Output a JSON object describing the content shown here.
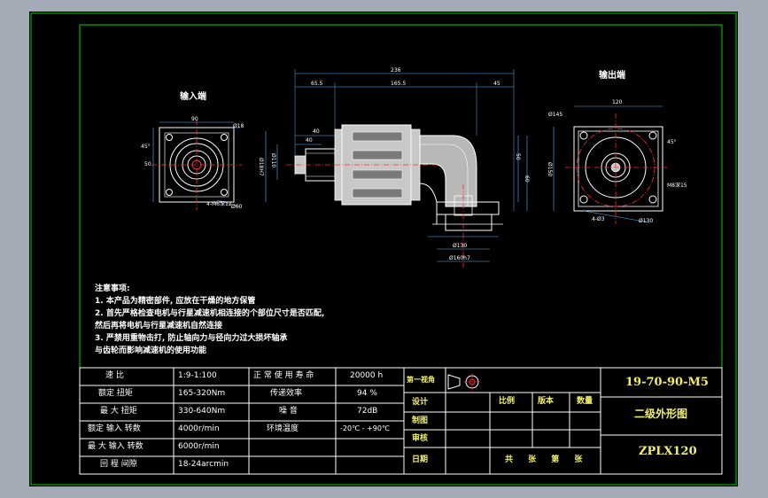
{
  "colors": {
    "background": "#000000",
    "frame_green": "#00d200",
    "outline_white": "#ffffff",
    "part_fill": "#c8c8c8",
    "center_red": "#ff2b2b",
    "dim_cyan": "#4fb4ff",
    "title_yellow": "#f3f06a",
    "outer_gray": "#a3abb6"
  },
  "views": {
    "input_label": "输入端",
    "output_label": "输出端",
    "input_dims": {
      "d1": "90",
      "d2": "4-M6深12",
      "d3": "Ø18",
      "d4": "Ø60",
      "d5": "45°",
      "d6": "50"
    },
    "front_dims": {
      "total": "236",
      "left": "65.5",
      "mid": "165.5",
      "right": "45",
      "d_a": "Ø18H7",
      "d_b": "Ø110",
      "d_c": "40",
      "d_d": "40",
      "d_e": "50",
      "d_f": "60",
      "d_g": "Ø130",
      "d_h": "Ø160h7"
    },
    "output_dims": {
      "top": "120",
      "d1": "Ø145",
      "d2": "45°",
      "d3": "Ø150",
      "d4": "M8深15",
      "d5": "4-Ø3",
      "d6": "Ø130"
    }
  },
  "notes": {
    "title": "注意事项:",
    "lines": [
      "1. 本产品为精密部件, 应放在干燥的地方保管",
      "2. 首先严格检查电机与行星减速机相连接的个部位尺寸是否匹配,",
      "   然后再将电机与行星减速机自然连接",
      "3. 严禁用重物击打, 防止轴向力与径向力过大损坏轴承",
      "   与齿轮而影响减速机的使用功能"
    ]
  },
  "specs": {
    "rows": [
      [
        "速 比",
        "1:9-1:100",
        "正 常 使 用 寿 命",
        "20000 h"
      ],
      [
        "额定 扭矩",
        "165-320Nm",
        "传递效率",
        "94 %"
      ],
      [
        "最 大 扭矩",
        "330-640Nm",
        "噪 音",
        "72dB"
      ],
      [
        "额定 输入 转数",
        "4000r/min",
        "环境温度",
        "-20℃ - +90℃"
      ],
      [
        "最 大 输入 转数",
        "6000r/min",
        "",
        ""
      ],
      [
        "回 程 间隙",
        "18-24arcmin",
        "",
        ""
      ]
    ]
  },
  "title_block": {
    "projection_label": "第一视角",
    "design_label": "设计",
    "draw_label": "制图",
    "review_label": "审核",
    "date_label": "日期",
    "scale_label": "比例",
    "version_label": "版本",
    "quantity_label": "数量",
    "sheets_label": "共 张 第 张",
    "drawing_number": "19-70-90-M5",
    "drawing_title": "二级外形图",
    "model": "ZPLX120"
  }
}
